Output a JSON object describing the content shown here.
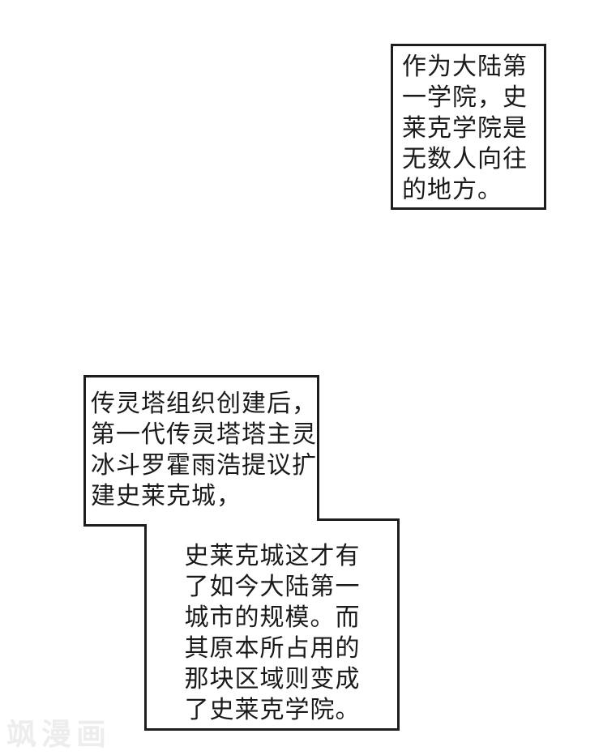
{
  "panel": {
    "background_color": "#ffffff",
    "ink_color": "#1d1d1d",
    "watermark_color": "#ededed"
  },
  "bubbles": {
    "top_right": {
      "lines": [
        "作为大陆第",
        "一学院，史",
        "莱克学院是",
        "无数人向往",
        "的地方。"
      ]
    },
    "mid_left": {
      "lines": [
        "传灵塔组织创建后，",
        "第一代传灵塔塔主灵",
        "冰斗罗霍雨浩提议扩",
        "建史莱克城，"
      ]
    },
    "bottom_center": {
      "lines": [
        "史莱克城这才有",
        "了如今大陆第一",
        "城市的规模。而",
        "其原本所占用的",
        "那块区域则变成",
        "了史莱克学院。"
      ]
    }
  },
  "watermark": {
    "text": "飒漫画"
  }
}
